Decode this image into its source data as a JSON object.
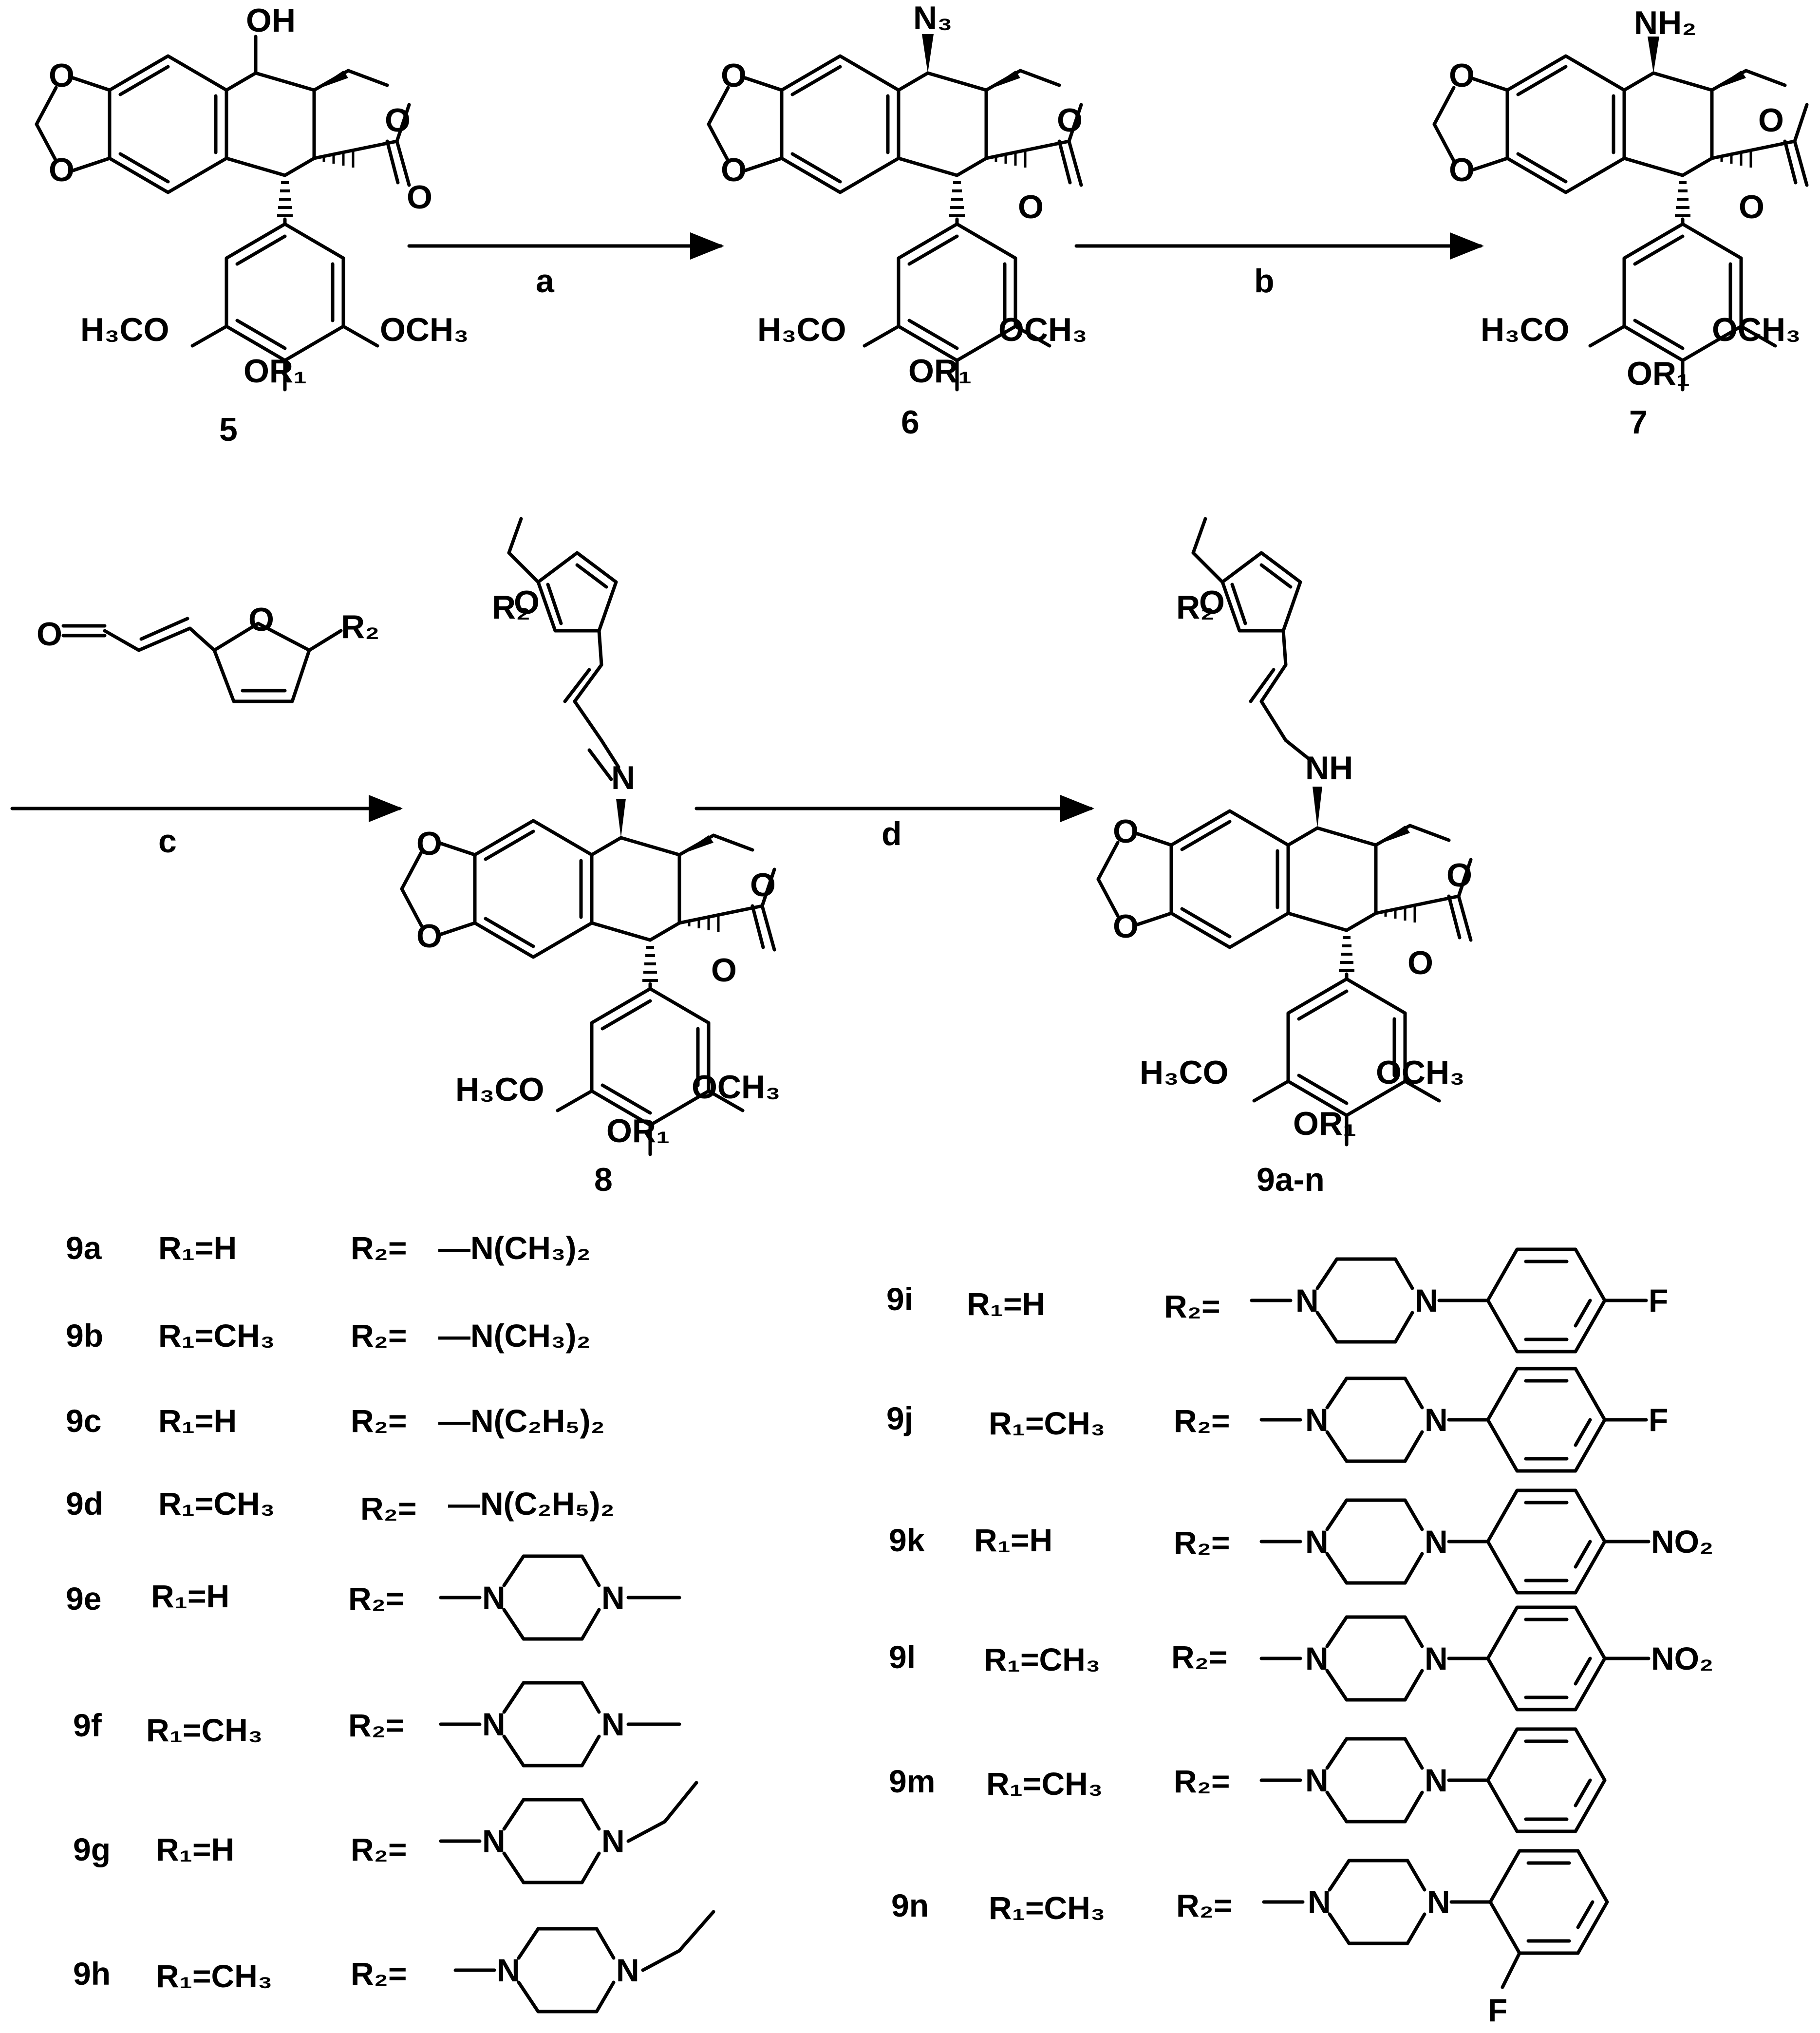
{
  "colors": {
    "ink": "#000000",
    "background": "#ffffff"
  },
  "compounds": {
    "c5": {
      "label": "5",
      "top": "OH"
    },
    "c6": {
      "label": "6",
      "top": "N₃"
    },
    "c7": {
      "label": "7",
      "top": "NH₂"
    },
    "c8": {
      "label": "8",
      "link": "N"
    },
    "c9": {
      "label": "9a-n",
      "link": "NH"
    }
  },
  "common": {
    "ome_left": "H₃CO",
    "ome_right": "OCH₃",
    "or1": "OR₁",
    "ring_o": "O",
    "carbonyl_o": "O",
    "r2": "R₂"
  },
  "steps": [
    {
      "id": "a",
      "label": "a"
    },
    {
      "id": "b",
      "label": "b"
    },
    {
      "id": "c",
      "label": "c"
    },
    {
      "id": "d",
      "label": "d"
    }
  ],
  "table_left": [
    {
      "id": "9a",
      "r1": "R₁=H",
      "r2_label": "R₂=",
      "r2_text": "—N(CH₃)₂"
    },
    {
      "id": "9b",
      "r1": "R₁=CH₃",
      "r2_label": "R₂=",
      "r2_text": "—N(CH₃)₂"
    },
    {
      "id": "9c",
      "r1": "R₁=H",
      "r2_label": "R₂=",
      "r2_text": "—N(C₂H₅)₂"
    },
    {
      "id": "9d",
      "r1": "R₁=CH₃",
      "r2_label": "R₂=",
      "r2_text": "—N(C₂H₅)₂"
    },
    {
      "id": "9e",
      "r1": "R₁=H",
      "r2_label": "R₂=",
      "n1": "N",
      "n2": "N"
    },
    {
      "id": "9f",
      "r1": "R₁=CH₃",
      "r2_label": "R₂=",
      "n1": "N",
      "n2": "N"
    },
    {
      "id": "9g",
      "r1": "R₁=H",
      "r2_label": "R₂=",
      "n1": "N",
      "n2": "N"
    },
    {
      "id": "9h",
      "r1": "R₁=CH₃",
      "r2_label": "R₂=",
      "n1": "N",
      "n2": "N"
    }
  ],
  "table_right": [
    {
      "id": "9i",
      "r1": "R₁=H",
      "r2_label": "R₂=",
      "n1": "N",
      "n2": "N",
      "sub": "F"
    },
    {
      "id": "9j",
      "r1": "R₁=CH₃",
      "r2_label": "R₂=",
      "n1": "N",
      "n2": "N",
      "sub": "F"
    },
    {
      "id": "9k",
      "r1": "R₁=H",
      "r2_label": "R₂=",
      "n1": "N",
      "n2": "N",
      "sub": "NO₂"
    },
    {
      "id": "9l",
      "r1": "R₁=CH₃",
      "r2_label": "R₂=",
      "n1": "N",
      "n2": "N",
      "sub": "NO₂"
    },
    {
      "id": "9m",
      "r1": "R₁=CH₃",
      "r2_label": "R₂=",
      "n1": "N",
      "n2": "N"
    },
    {
      "id": "9n",
      "r1": "R₁=CH₃",
      "r2_label": "R₂=",
      "n1": "N",
      "n2": "N",
      "sub": "F"
    }
  ]
}
